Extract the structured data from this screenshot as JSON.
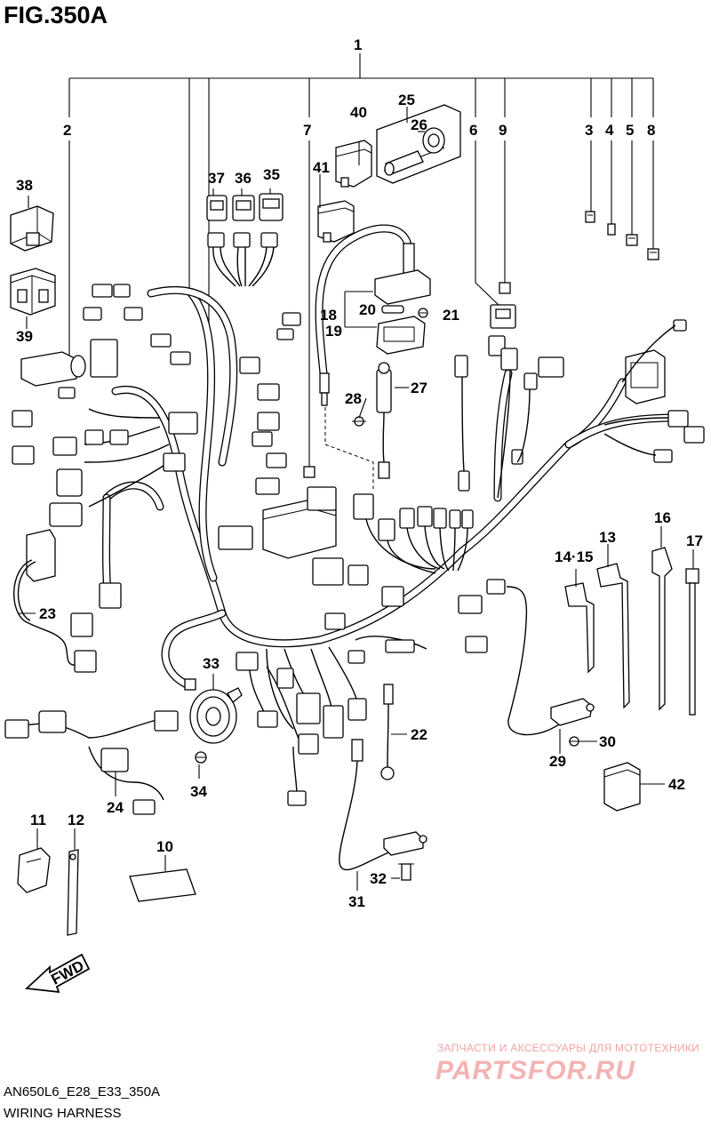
{
  "figure": {
    "title": "FIG.350A"
  },
  "footer": {
    "code": "AN650L6_E28_E33_350A",
    "caption": "WIRING HARNESS"
  },
  "arrow": {
    "label": "FWD"
  },
  "watermark": {
    "line1": "ЗАПЧАСТИ И АКСЕССУАРЫ ДЛЯ МОТОТЕХНИКИ",
    "logo": "PARTSFOR.RU"
  },
  "callouts": {
    "p1": "1",
    "p2": "2",
    "p3": "3",
    "p4": "4",
    "p5": "5",
    "p6": "6",
    "p7": "7",
    "p8": "8",
    "p9": "9",
    "p10": "10",
    "p11": "11",
    "p12": "12",
    "p13": "13",
    "p14_15": "14·15",
    "p16": "16",
    "p17": "17",
    "p18": "18",
    "p19": "19",
    "p20": "20",
    "p21": "21",
    "p22": "22",
    "p23": "23",
    "p24": "24",
    "p25": "25",
    "p26": "26",
    "p27": "27",
    "p28": "28",
    "p29": "29",
    "p30": "30",
    "p31": "31",
    "p32": "32",
    "p33": "33",
    "p34": "34",
    "p35": "35",
    "p36": "36",
    "p37": "37",
    "p38": "38",
    "p39": "39",
    "p40": "40",
    "p41": "41",
    "p42": "42"
  }
}
